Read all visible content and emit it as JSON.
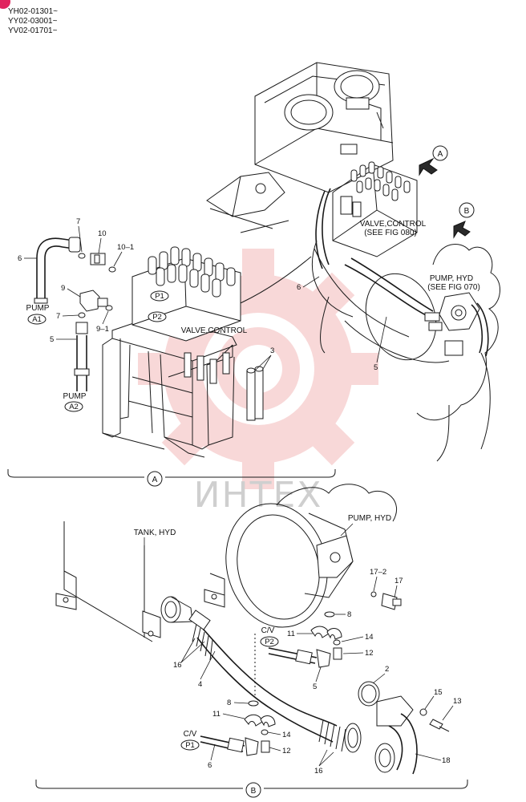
{
  "serials": [
    "YH02-01301~",
    "YY02-03001~",
    "YV02-01701~"
  ],
  "view_markers": {
    "a": "A",
    "b": "B"
  },
  "top_right": {
    "valve_label_line1": "VALVE,CONTROL",
    "valve_label_line2": "(SEE FIG 080)",
    "pump_label_line1": "PUMP, HYD",
    "pump_label_line2": "(SEE FIG 070)",
    "callouts": {
      "c6": "6",
      "c5": "5"
    }
  },
  "detail_a": {
    "valve_label": "VALVE,CONTROL",
    "pump_a1_label": "PUMP",
    "pump_a1_tag": "A1",
    "pump_a2_label": "PUMP",
    "pump_a2_tag": "A2",
    "port_p1": "P1",
    "port_p2": "P2",
    "callouts": {
      "c7a": "7",
      "c10": "10",
      "c10_1": "10–1",
      "c6": "6",
      "c9": "9",
      "c7b": "7",
      "c9_1": "9–1",
      "c5": "5",
      "c3": "3"
    }
  },
  "detail_b": {
    "tank_label": "TANK, HYD",
    "pump_label": "PUMP, HYD",
    "cv_label_1": "C/V",
    "cv_tag_1": "P2",
    "cv_label_2": "C/V",
    "cv_tag_2": "P1",
    "callouts": {
      "c17_2": "17–2",
      "c17": "17",
      "c8a": "8",
      "c11a": "11",
      "c14a": "14",
      "c12a": "12",
      "c16a": "16",
      "c4": "4",
      "c5": "5",
      "c2": "2",
      "c15": "15",
      "c13": "13",
      "c8b": "8",
      "c11b": "11",
      "c14b": "14",
      "c12b": "12",
      "c6": "6",
      "c16b": "16",
      "c18": "18"
    }
  },
  "watermark": "ИНТЕХ",
  "colors": {
    "watermark_red": "#f3b9b9",
    "ink": "#1a1a1a"
  }
}
